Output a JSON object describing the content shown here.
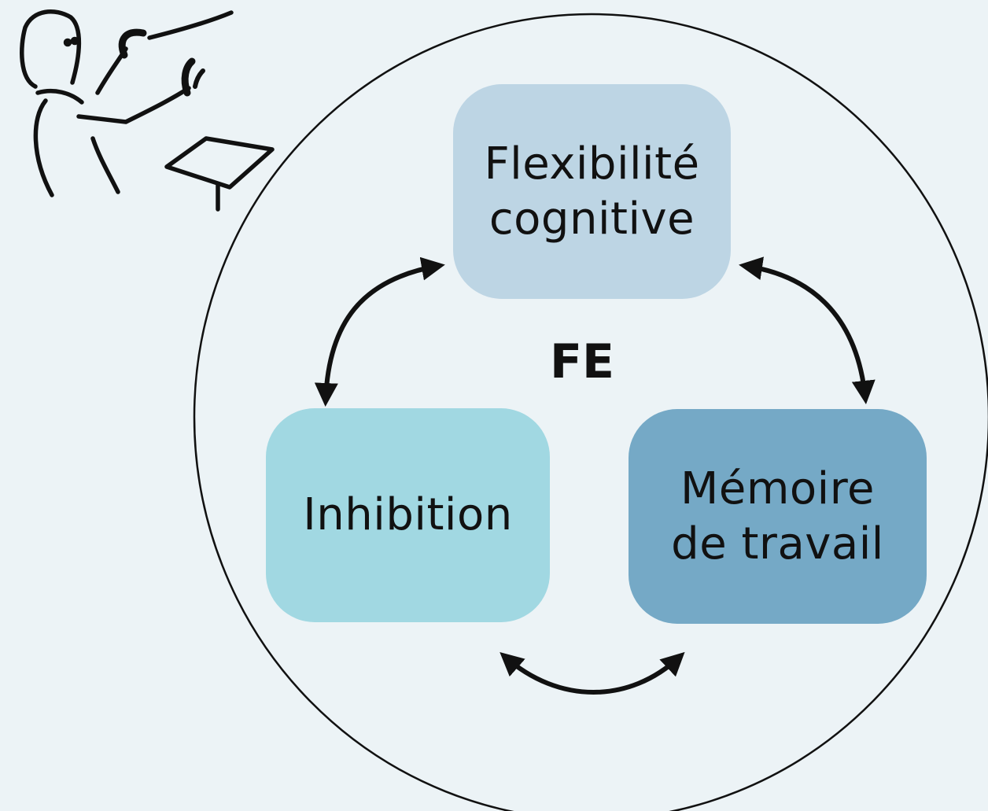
{
  "diagram": {
    "center_label": "FE",
    "nodes": {
      "flexibility": {
        "line1": "Flexibilité",
        "line2": "cognitive",
        "color": "#bdd5e4"
      },
      "inhibition": {
        "line1": "Inhibition",
        "color": "#a1d8e2"
      },
      "working_memory": {
        "line1": "Mémoire",
        "line2": "de travail",
        "color": "#75a9c6"
      }
    },
    "edges": [
      {
        "from": "flexibility",
        "to": "inhibition",
        "direction": "bidirectional"
      },
      {
        "from": "flexibility",
        "to": "working_memory",
        "direction": "bidirectional"
      },
      {
        "from": "inhibition",
        "to": "working_memory",
        "direction": "bidirectional"
      }
    ],
    "colors": {
      "background": "#ecf3f6",
      "stroke": "#111111"
    },
    "illustration": "conductor-sketch-icon"
  }
}
